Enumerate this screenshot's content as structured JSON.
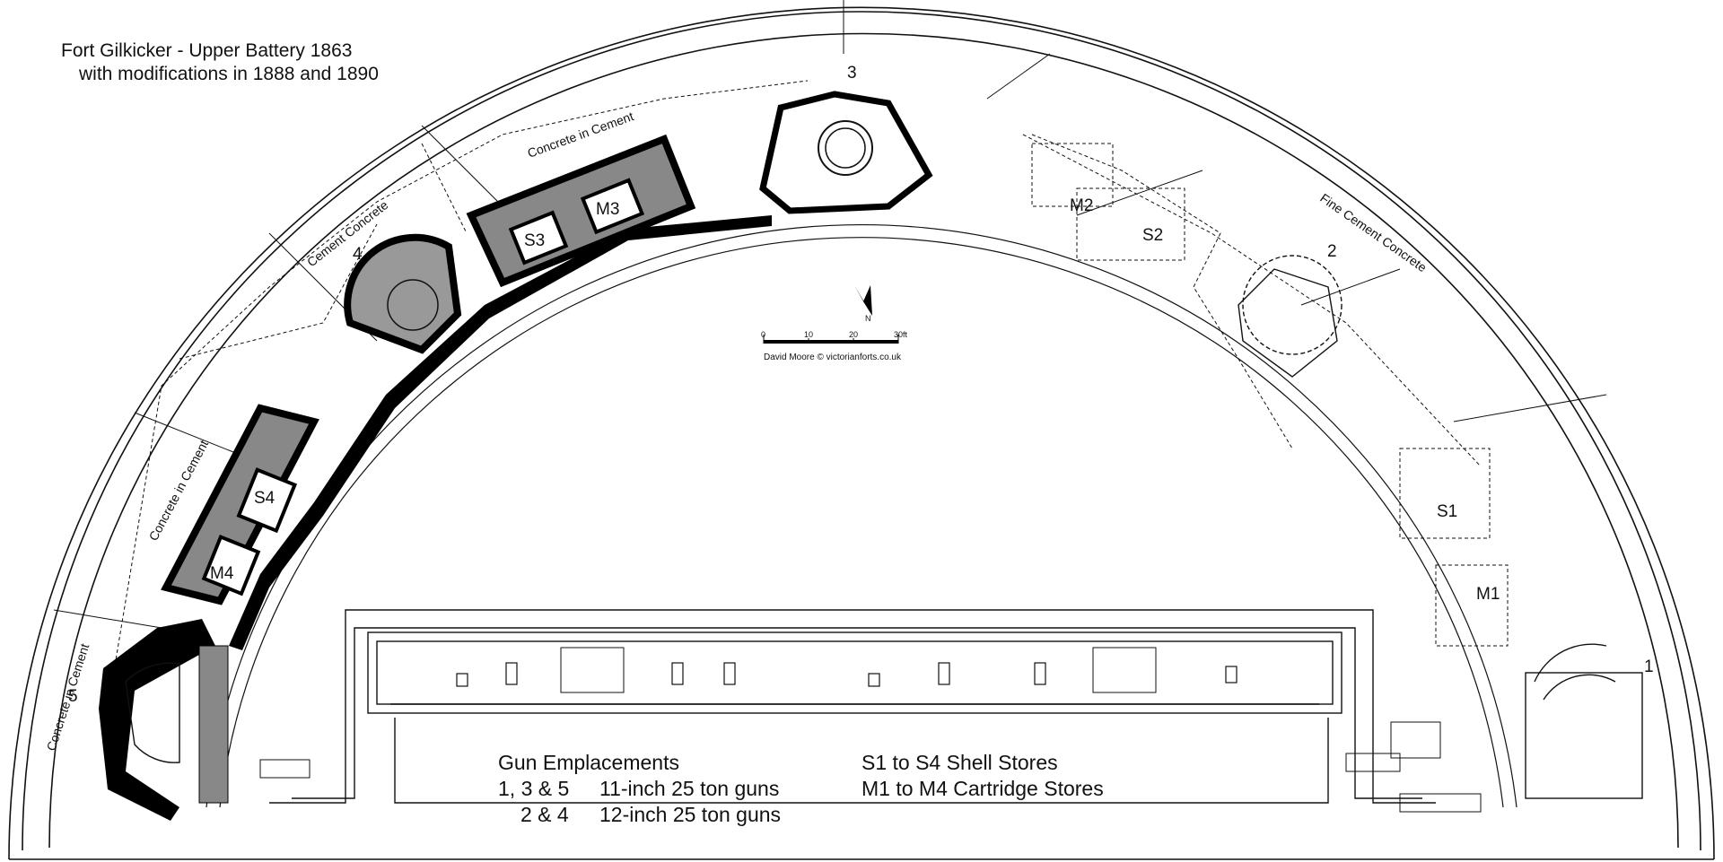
{
  "title": {
    "line1": "Fort Gilkicker - Upper Battery 1863",
    "line2": "with modifications in 1888 and 1890"
  },
  "legend": {
    "heading": "Gun Emplacements",
    "rows": [
      {
        "guns": "1, 3 & 5",
        "desc": "11-inch 25 ton guns"
      },
      {
        "guns": "2 & 4",
        "desc": "12-inch 25 ton guns"
      }
    ],
    "stores": [
      "S1 to S4 Shell Stores",
      "M1 to M4 Cartridge Stores"
    ]
  },
  "emplacements": [
    "1",
    "2",
    "3",
    "4",
    "5"
  ],
  "stores_labels": {
    "s1": "S1",
    "s2": "S2",
    "s3": "S3",
    "s4": "S4",
    "m1": "M1",
    "m2": "M2",
    "m3": "M3",
    "m4": "M4"
  },
  "zones": {
    "concrete_top": "Concrete in Cement",
    "cement_concrete": "Cement Concrete",
    "fine_cement": "Fine Cement Concrete",
    "concrete_left": "Concrete in Cement",
    "concrete_bottom_left": "Concrete in Cement"
  },
  "scale_bar": {
    "ticks": [
      "0",
      "10",
      "20",
      "30ft"
    ]
  },
  "north_label": "N",
  "credit": "David Moore © victorianforts.co.uk"
}
